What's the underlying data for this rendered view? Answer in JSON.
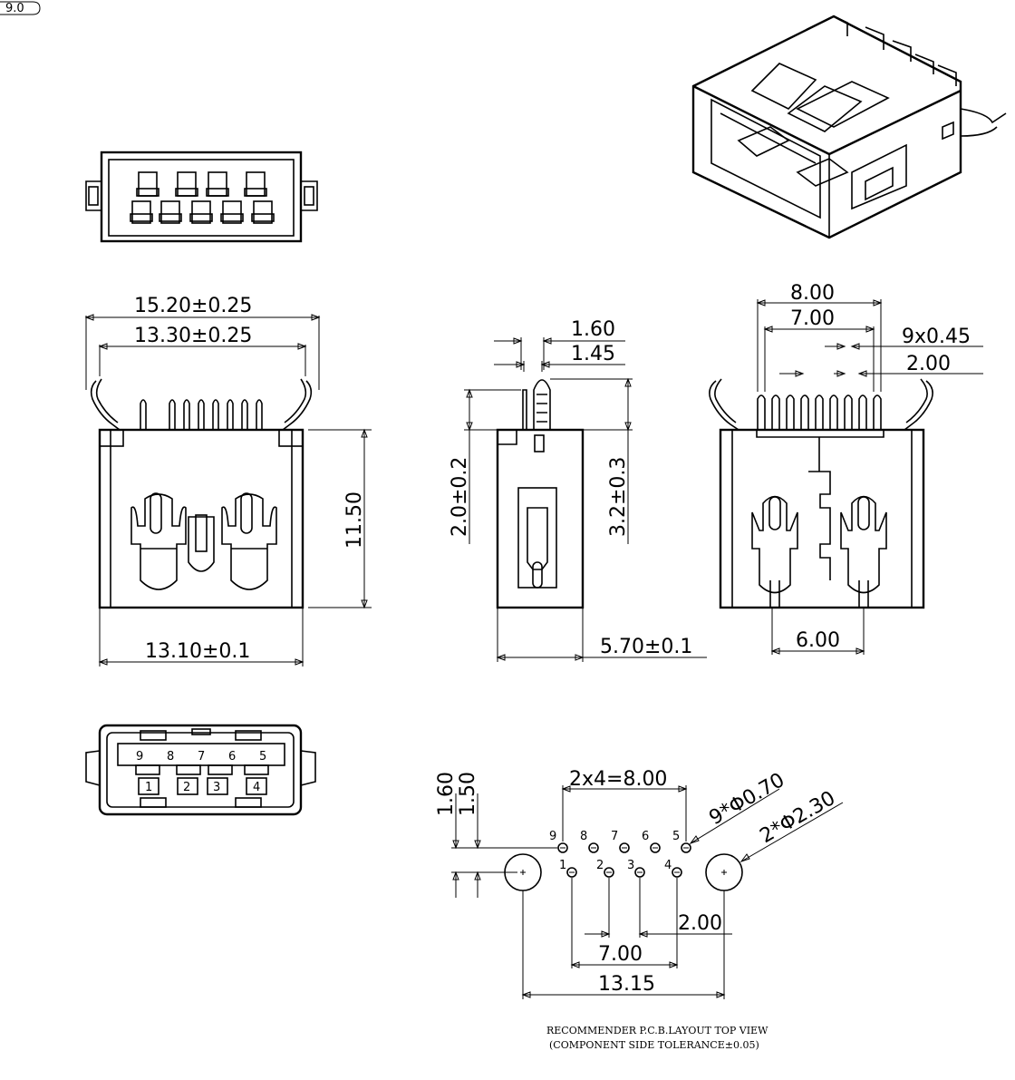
{
  "title_block": {
    "corner_tag": "9.0"
  },
  "dimensions": {
    "overall_width": "15.20±0.25",
    "pin_span_width": "13.30±0.25",
    "height": "11.50",
    "body_width": "13.10±0.1",
    "pin_pitch_outer": "1.60",
    "pin_pitch_inner": "1.45",
    "standoff": "2.0±0.2",
    "pin_length": "3.2±0.3",
    "depth": "5.70±0.1",
    "rear_span_8": "8.00",
    "rear_span_7": "7.00",
    "rear_pin_width": "9x0.45",
    "rear_pitch": "2.00",
    "rear_bottom": "6.00"
  },
  "front_view": {
    "top_pins": [
      "9",
      "8",
      "7",
      "6",
      "5"
    ],
    "bottom_pins": [
      "1",
      "2",
      "3",
      "4"
    ]
  },
  "pcb_layout": {
    "dim_vert_a": "1.60",
    "dim_vert_b": "1.50",
    "dim_pitch": "2x4=8.00",
    "dim_small_holes": "9*Φ0.70",
    "dim_large_holes": "2*Φ2.30",
    "dim_pitch_2": "2.00",
    "dim_span_7": "7.00",
    "dim_span_13": "13.15",
    "hole_labels_top": [
      "9",
      "8",
      "7",
      "6",
      "5"
    ],
    "hole_labels_bottom": [
      "1",
      "2",
      "3",
      "4"
    ],
    "note_line1": "RECOMMENDER P.C.B.LAYOUT TOP VIEW",
    "note_line2": "(COMPONENT SIDE TOLERANCE±0.05)"
  }
}
